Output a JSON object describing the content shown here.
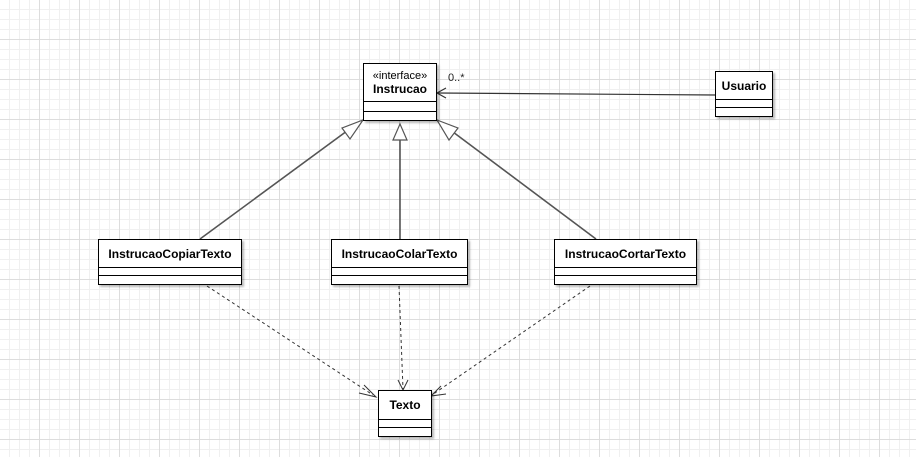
{
  "diagram": {
    "type": "uml-class-diagram",
    "classes": {
      "instrucao": {
        "stereotype": "«interface»",
        "name": "Instrucao"
      },
      "usuario": {
        "name": "Usuario"
      },
      "copiar": {
        "name": "InstrucaoCopiarTexto"
      },
      "colar": {
        "name": "InstrucaoColarTexto"
      },
      "cortar": {
        "name": "InstrucaoCortarTexto"
      },
      "texto": {
        "name": "Texto"
      }
    },
    "relations": [
      {
        "kind": "association",
        "from": "Usuario",
        "to": "Instrucao",
        "multiplicity": "0..*"
      },
      {
        "kind": "realization",
        "from": "InstrucaoCopiarTexto",
        "to": "Instrucao"
      },
      {
        "kind": "realization",
        "from": "InstrucaoColarTexto",
        "to": "Instrucao"
      },
      {
        "kind": "realization",
        "from": "InstrucaoCortarTexto",
        "to": "Instrucao"
      },
      {
        "kind": "dependency",
        "from": "InstrucaoCopiarTexto",
        "to": "Texto"
      },
      {
        "kind": "dependency",
        "from": "InstrucaoColarTexto",
        "to": "Texto"
      },
      {
        "kind": "dependency",
        "from": "InstrucaoCortarTexto",
        "to": "Texto"
      }
    ],
    "colors": {
      "line": "#555555",
      "box_border": "#000000",
      "background": "#ffffff",
      "grid": "#dddddd"
    }
  }
}
